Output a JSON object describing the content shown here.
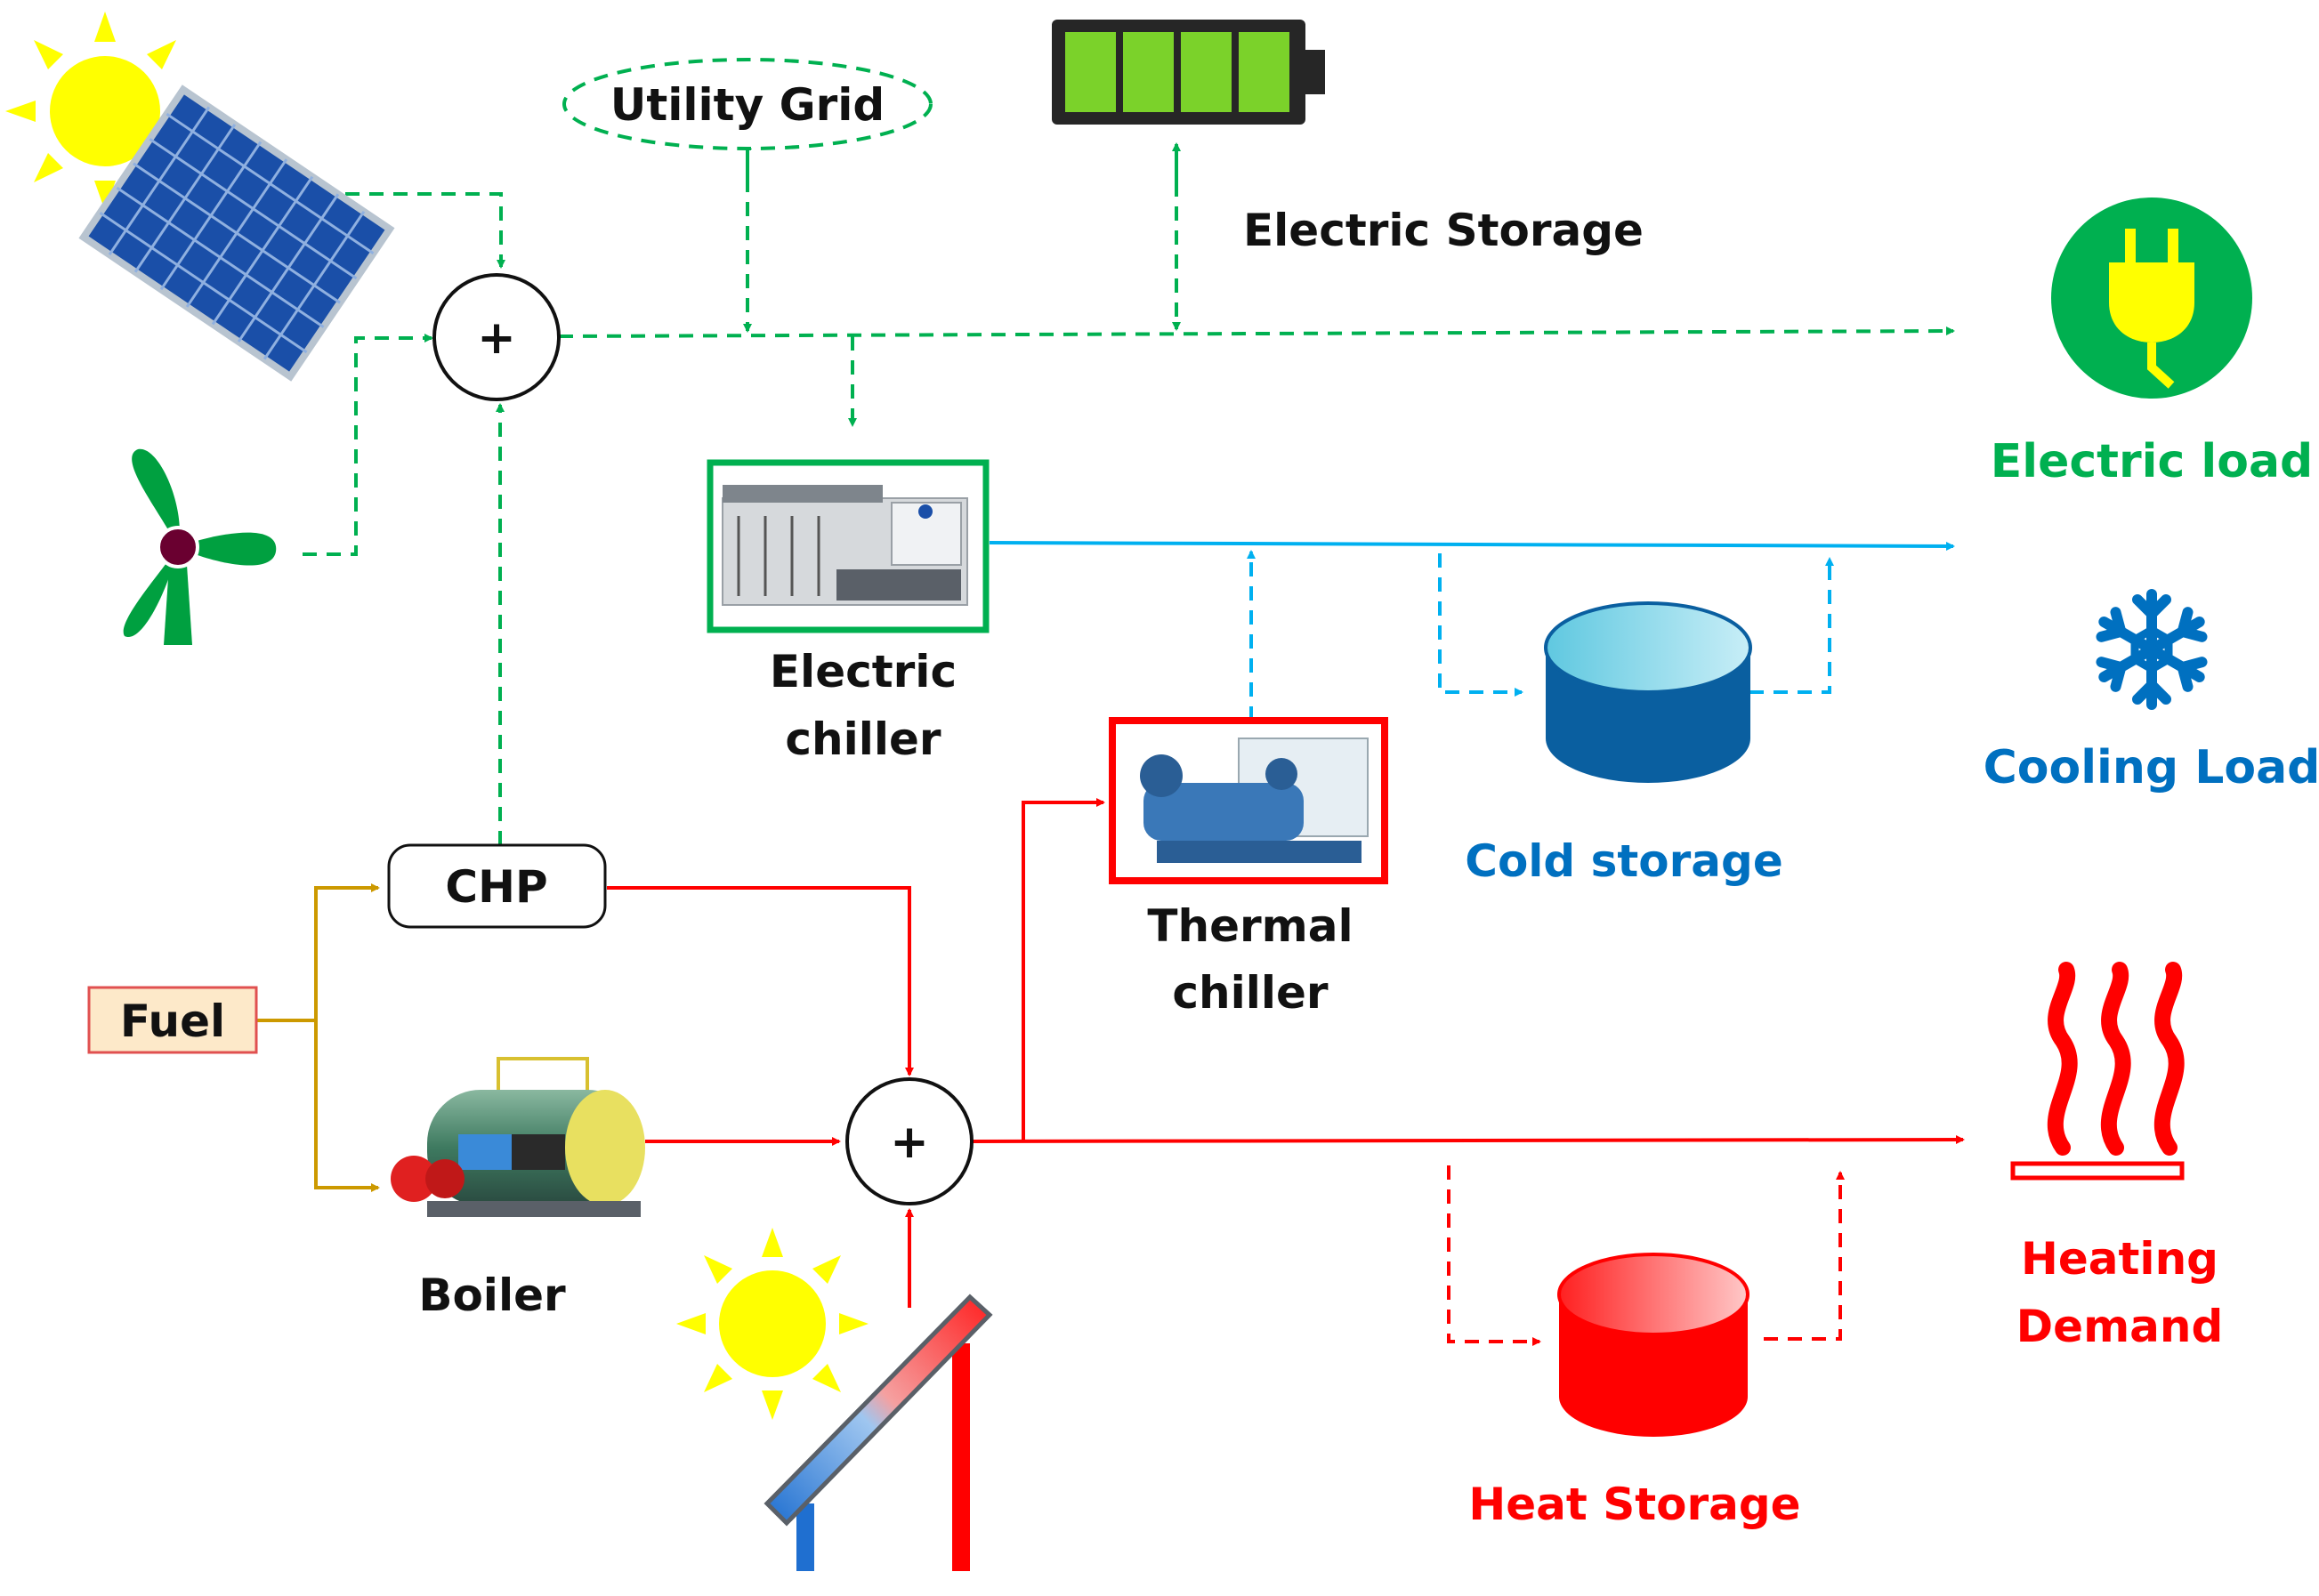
{
  "colors": {
    "electric": "#00B050",
    "cooling": "#00B0F0",
    "cooling_text": "#0070C0",
    "heating": "#FF0000",
    "fuel": "#CC9900",
    "fuel_fill": "#FDE9C9",
    "sun": "#FFFF00",
    "text": "#111111"
  },
  "labels": {
    "utility_grid": "Utility Grid",
    "electric_storage": "Electric Storage",
    "electric_load": "Electric load",
    "electric_chiller_1": "Electric",
    "electric_chiller_2": "chiller",
    "thermal_chiller_1": "Thermal",
    "thermal_chiller_2": "chiller",
    "cold_storage": "Cold storage",
    "cooling_load": "Cooling Load",
    "chp": "CHP",
    "fuel": "Fuel",
    "boiler": "Boiler",
    "heating_demand_1": "Heating",
    "heating_demand_2": "Demand",
    "heat_storage": "Heat Storage",
    "plus": "+"
  },
  "icons": {
    "sun": "sun-icon",
    "solar_panel": "solar-panel-icon",
    "wind_turbine": "wind-turbine-icon",
    "battery": "battery-icon",
    "plug": "electric-plug-icon",
    "snowflake": "snowflake-icon",
    "heat": "heat-waves-icon",
    "boiler": "boiler-icon",
    "solar_collector": "solar-thermal-collector-icon"
  }
}
